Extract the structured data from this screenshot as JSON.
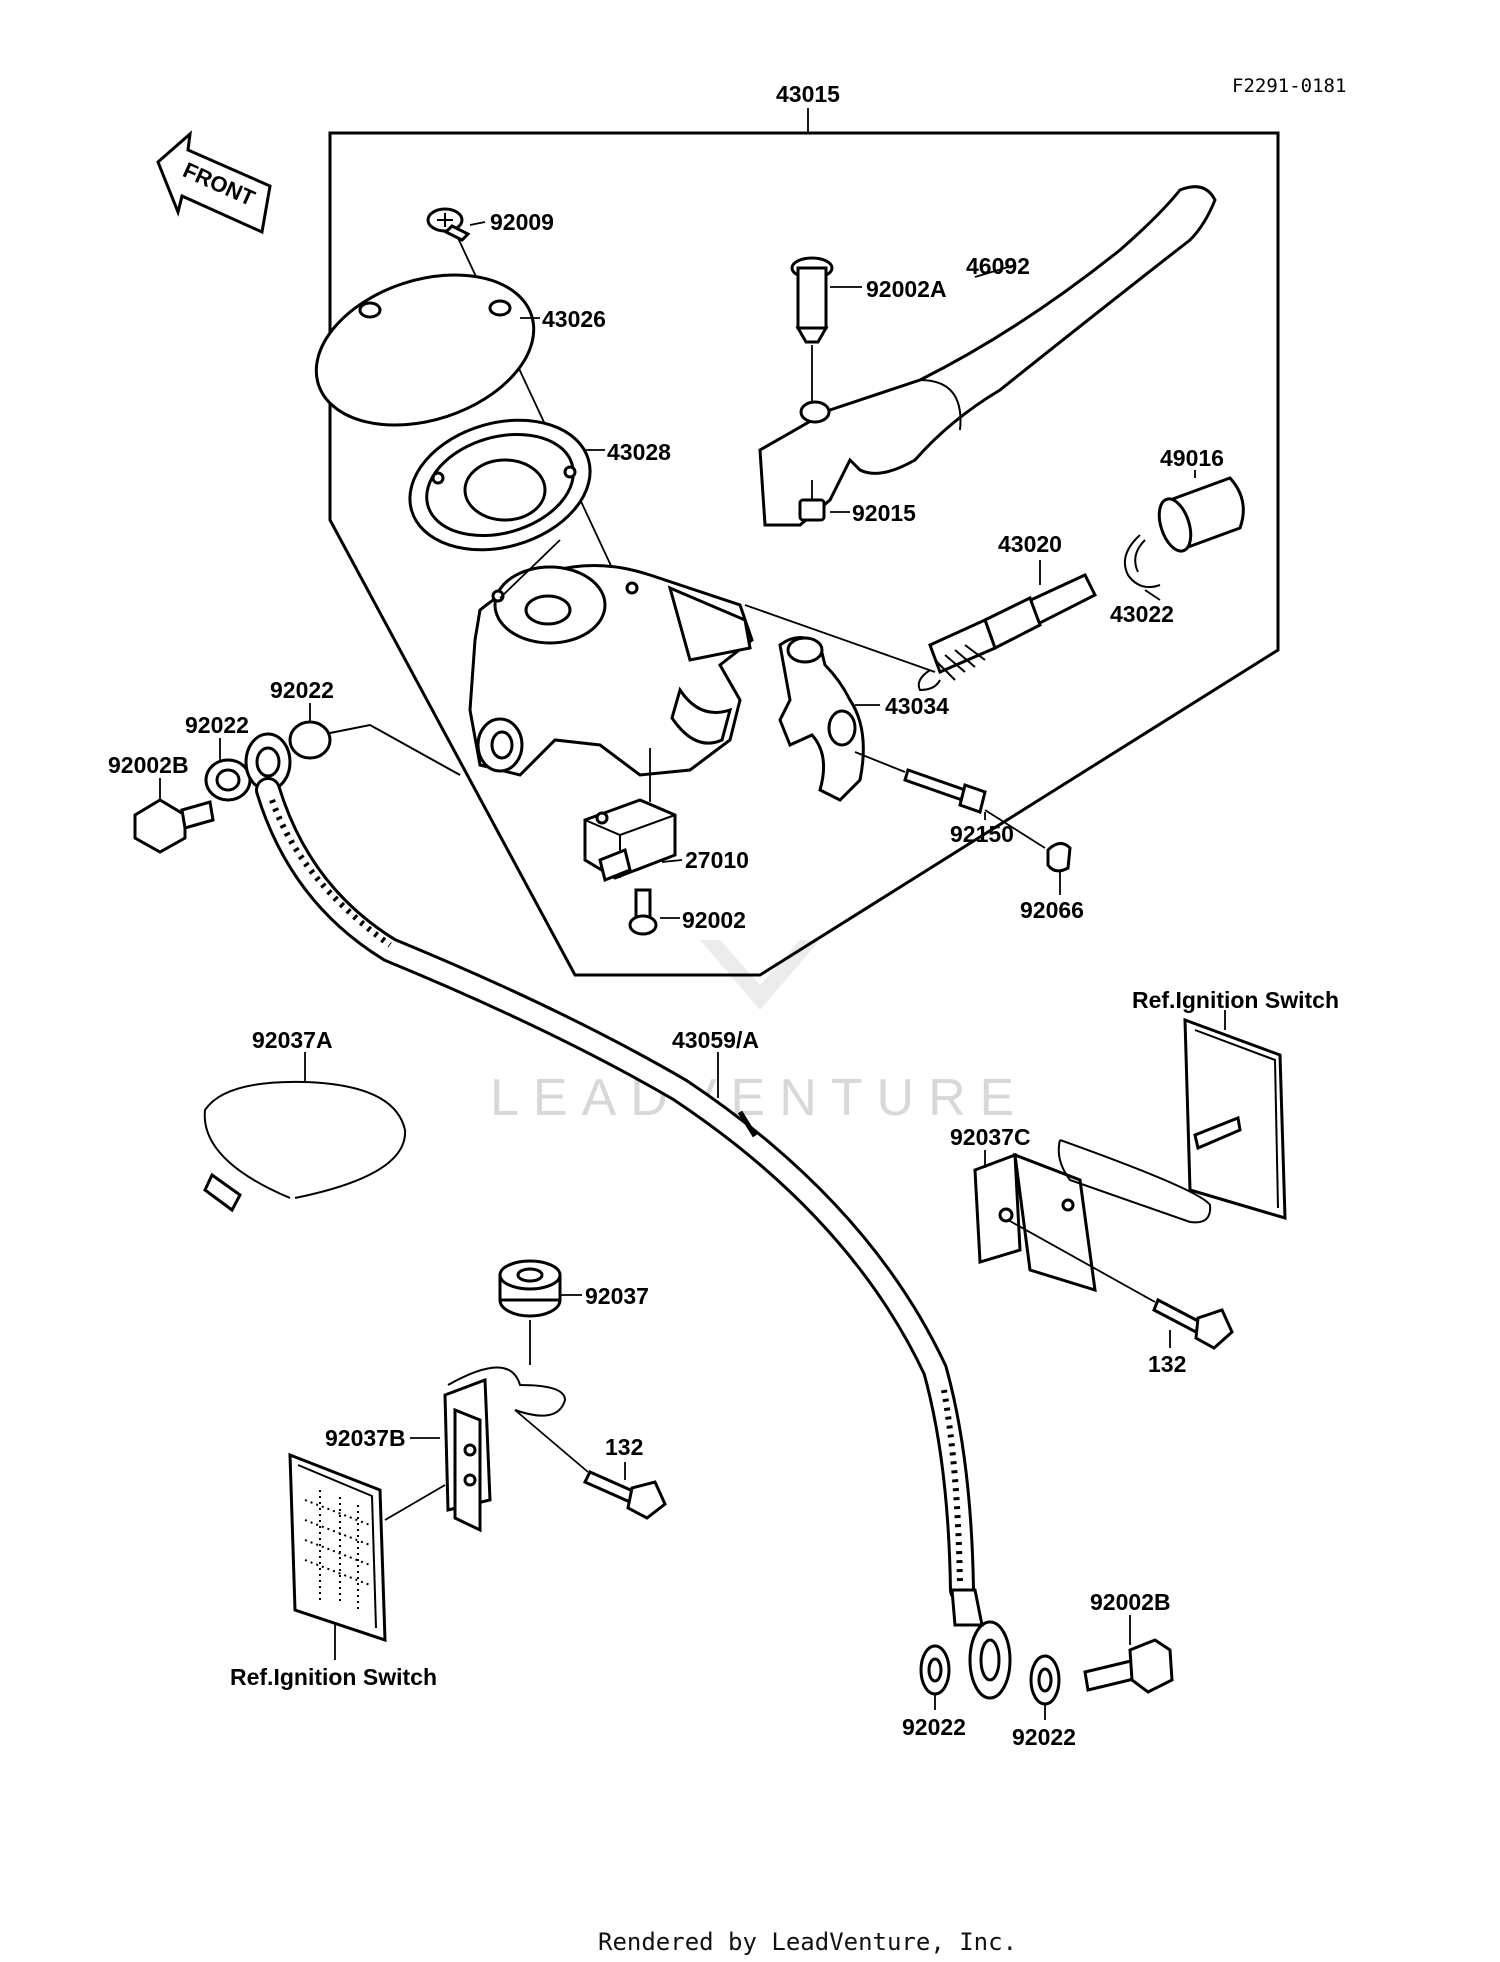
{
  "figure_code": "F2291-0181",
  "front_arrow_label": "FRONT",
  "watermark": "LEADVENTURE",
  "footer": "Rendered by LeadVenture, Inc.",
  "labels": {
    "assy": "43015",
    "p92009": "92009",
    "p43026": "43026",
    "p43028": "43028",
    "p92002A": "92002A",
    "p46092": "46092",
    "p92015": "92015",
    "p49016": "49016",
    "p43020": "43020",
    "p43022": "43022",
    "p43034": "43034",
    "p92022_top": "92022",
    "p92022_mid": "92022",
    "p92002B_left": "92002B",
    "p92150": "92150",
    "p27010": "27010",
    "p92002": "92002",
    "p92066": "92066",
    "p43059A": "43059/A",
    "p92037A": "92037A",
    "ref_ign_top": "Ref.Ignition Switch",
    "p92037C": "92037C",
    "p132_right": "132",
    "p92037": "92037",
    "p92037B": "92037B",
    "p132_left": "132",
    "ref_ign_bottom": "Ref.Ignition Switch",
    "p92002B_right": "92002B",
    "p92022_bl": "92022",
    "p92022_br": "92022"
  }
}
